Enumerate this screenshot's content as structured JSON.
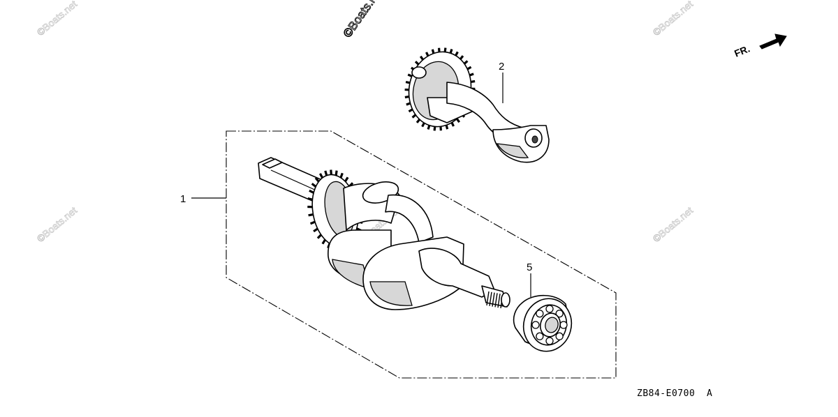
{
  "diagram": {
    "callouts": [
      {
        "id": "1",
        "text": "1"
      },
      {
        "id": "2",
        "text": "2"
      },
      {
        "id": "5",
        "text": "5"
      }
    ],
    "diagram_code": "ZB84-E0700",
    "diagram_rev": "A",
    "direction_label": "FR.",
    "watermark_text": "©Boats.net",
    "line_color": "#000000",
    "background": "#ffffff"
  }
}
